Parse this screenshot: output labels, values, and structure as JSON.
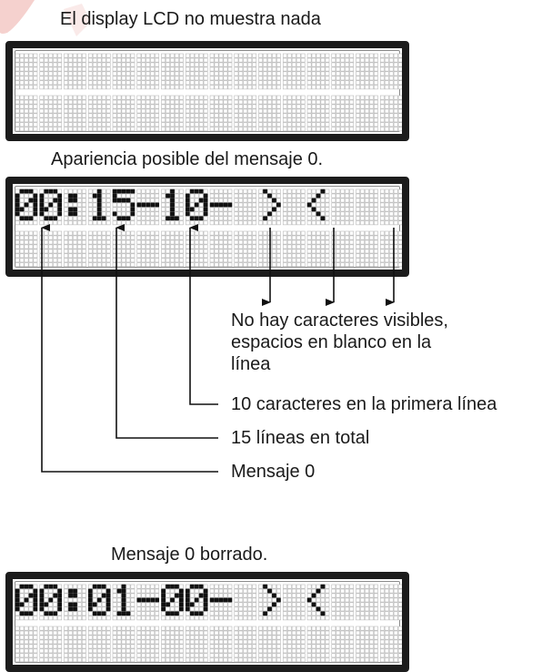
{
  "captions": {
    "blank": "El display LCD no muestra nada",
    "possible": "Apariencia posible del mensaje 0.",
    "cleared": "Mensaje 0 borrado."
  },
  "callouts": {
    "blank_chars_line1": "No hay caracteres visibles,",
    "blank_chars_line2": "espacios en blanco en la",
    "blank_chars_line3": "línea",
    "first_line_chars": "10 caracteres en la primera línea",
    "total_lines": "15 líneas en total",
    "message": "Mensaje 0"
  },
  "displays": [
    {
      "id": "blank",
      "top_row": "",
      "bottom_row": ""
    },
    {
      "id": "possible",
      "top_row": "00:15-10- > <",
      "bottom_row": ""
    },
    {
      "id": "cleared",
      "top_row": "00:01-00- > <",
      "bottom_row": ""
    }
  ],
  "colors": {
    "frame": "#1c1c1c",
    "pixel_off": "#b8b8b8",
    "pixel_on": "#111111",
    "watermark": "#e0302e"
  }
}
